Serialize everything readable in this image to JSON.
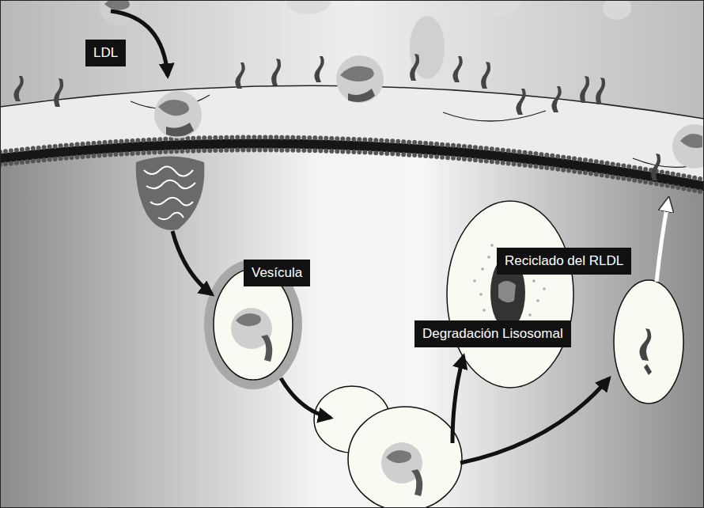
{
  "diagram": {
    "nodes": [
      {
        "text": [
          "LDL"
        ]
      },
      {
        "text": [
          "Vesícula"
        ]
      },
      {
        "text": [
          "Reciclado del RLDL"
        ]
      },
      {
        "text": [
          "Degradación Lisosomal"
        ]
      }
    ]
  }
}
